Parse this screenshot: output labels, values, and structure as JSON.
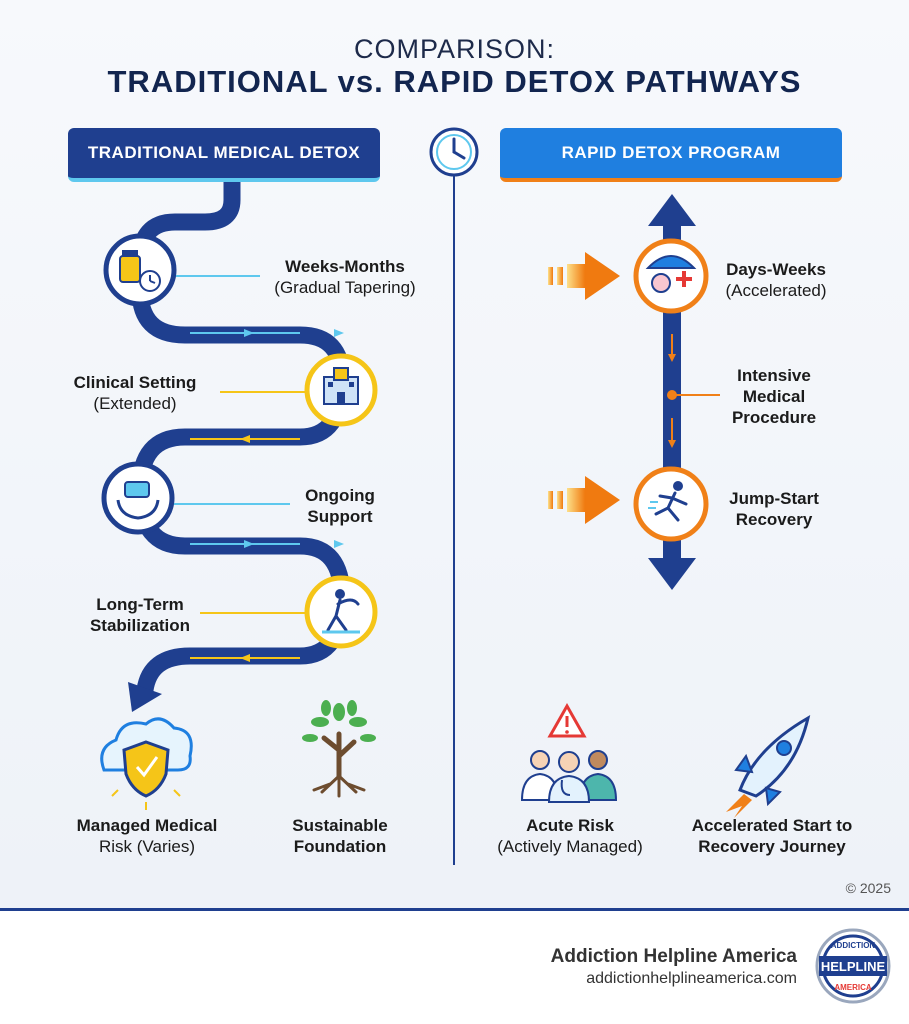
{
  "title": {
    "line1": "COMPARISON:",
    "line2": "TRADITIONAL vs. RAPID DETOX PATHWAYS"
  },
  "left": {
    "header": "TRADITIONAL MEDICAL DETOX",
    "steps": [
      {
        "label": "Weeks-Months",
        "sub": "(Gradual Tapering)",
        "icon": "medication-clock-icon"
      },
      {
        "label": "Clinical Setting",
        "sub": "(Extended)",
        "icon": "hospital-icon"
      },
      {
        "label": "Ongoing",
        "sub": "Support",
        "icon": "support-hands-icon"
      },
      {
        "label": "Long-Term",
        "sub": "Stabilization",
        "icon": "stretching-person-icon"
      }
    ],
    "outcomes": [
      {
        "label": "Managed Medical",
        "sub": "Risk (Varies)",
        "icon": "shield-cloud-icon"
      },
      {
        "label": "Sustainable",
        "sub": "Foundation",
        "icon": "tree-roots-icon"
      }
    ]
  },
  "right": {
    "header": "RAPID DETOX PROGRAM",
    "steps": [
      {
        "label": "Days-Weeks",
        "sub": "(Accelerated)",
        "icon": "umbrella-brain-icon"
      },
      {
        "label": "Intensive",
        "sub": "Medical",
        "sub2": "Procedure",
        "icon": "dot-marker-icon"
      },
      {
        "label": "Jump-Start",
        "sub": "Recovery",
        "icon": "running-person-icon"
      }
    ],
    "outcomes": [
      {
        "label": "Acute Risk",
        "sub": "(Actively Managed)",
        "icon": "medical-team-warning-icon"
      },
      {
        "label": "Accelerated Start to",
        "sub": "Recovery Journey",
        "icon": "rocket-icon"
      }
    ]
  },
  "center_icon": "clock-icon",
  "copyright": "© 2025",
  "footer": {
    "brand": "Addiction Helpline America",
    "url": "addictionhelplineamerica.com",
    "logo_text": "HELPLINE",
    "logo_top": "ADDICTION",
    "logo_bottom": "AMERICA"
  },
  "colors": {
    "navy": "#1f3f8f",
    "blue": "#1f7fe0",
    "orange": "#f08018",
    "cyan": "#5ec8ee",
    "yellow": "#f5c518"
  }
}
